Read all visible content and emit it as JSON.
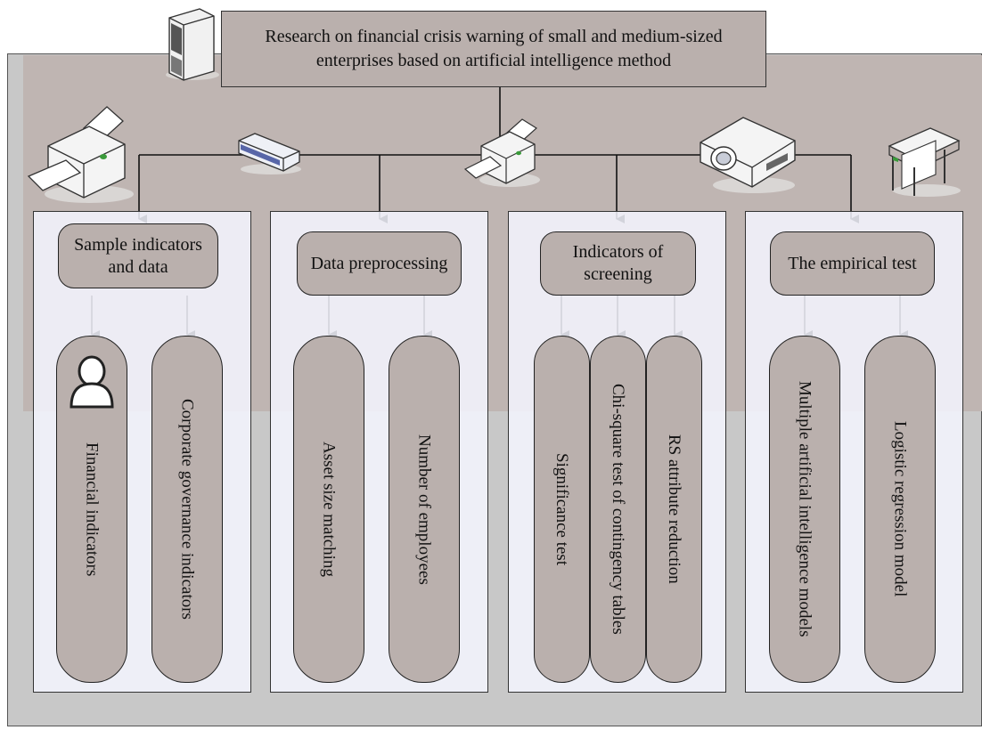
{
  "title": "Research on financial crisis warning of small and medium-sized enterprises based on artificial intelligence method",
  "colors": {
    "box_fill": "#bab0ad",
    "panel_fill": "#f4f6ff",
    "frame_fill": "#c8c8c8",
    "band_fill": "#bfb5b2"
  },
  "icons": [
    "server-icon",
    "printer-icon",
    "network-device-icon",
    "fax-printer-icon",
    "projector-icon",
    "plotter-icon",
    "person-icon"
  ],
  "panels": [
    {
      "header": "Sample indicators and data",
      "items": [
        "Financial indicators",
        "Corporate governance indicators"
      ]
    },
    {
      "header": "Data preprocessing",
      "items": [
        "Asset size matching",
        "Number of employees"
      ]
    },
    {
      "header": "Indicators of screening",
      "items": [
        "Significance test",
        "Chi-square test of contingency tables",
        "RS attribute reduction"
      ]
    },
    {
      "header": "The empirical test",
      "items": [
        "Multiple artificial intelligence models",
        "Logistic regression model"
      ]
    }
  ]
}
